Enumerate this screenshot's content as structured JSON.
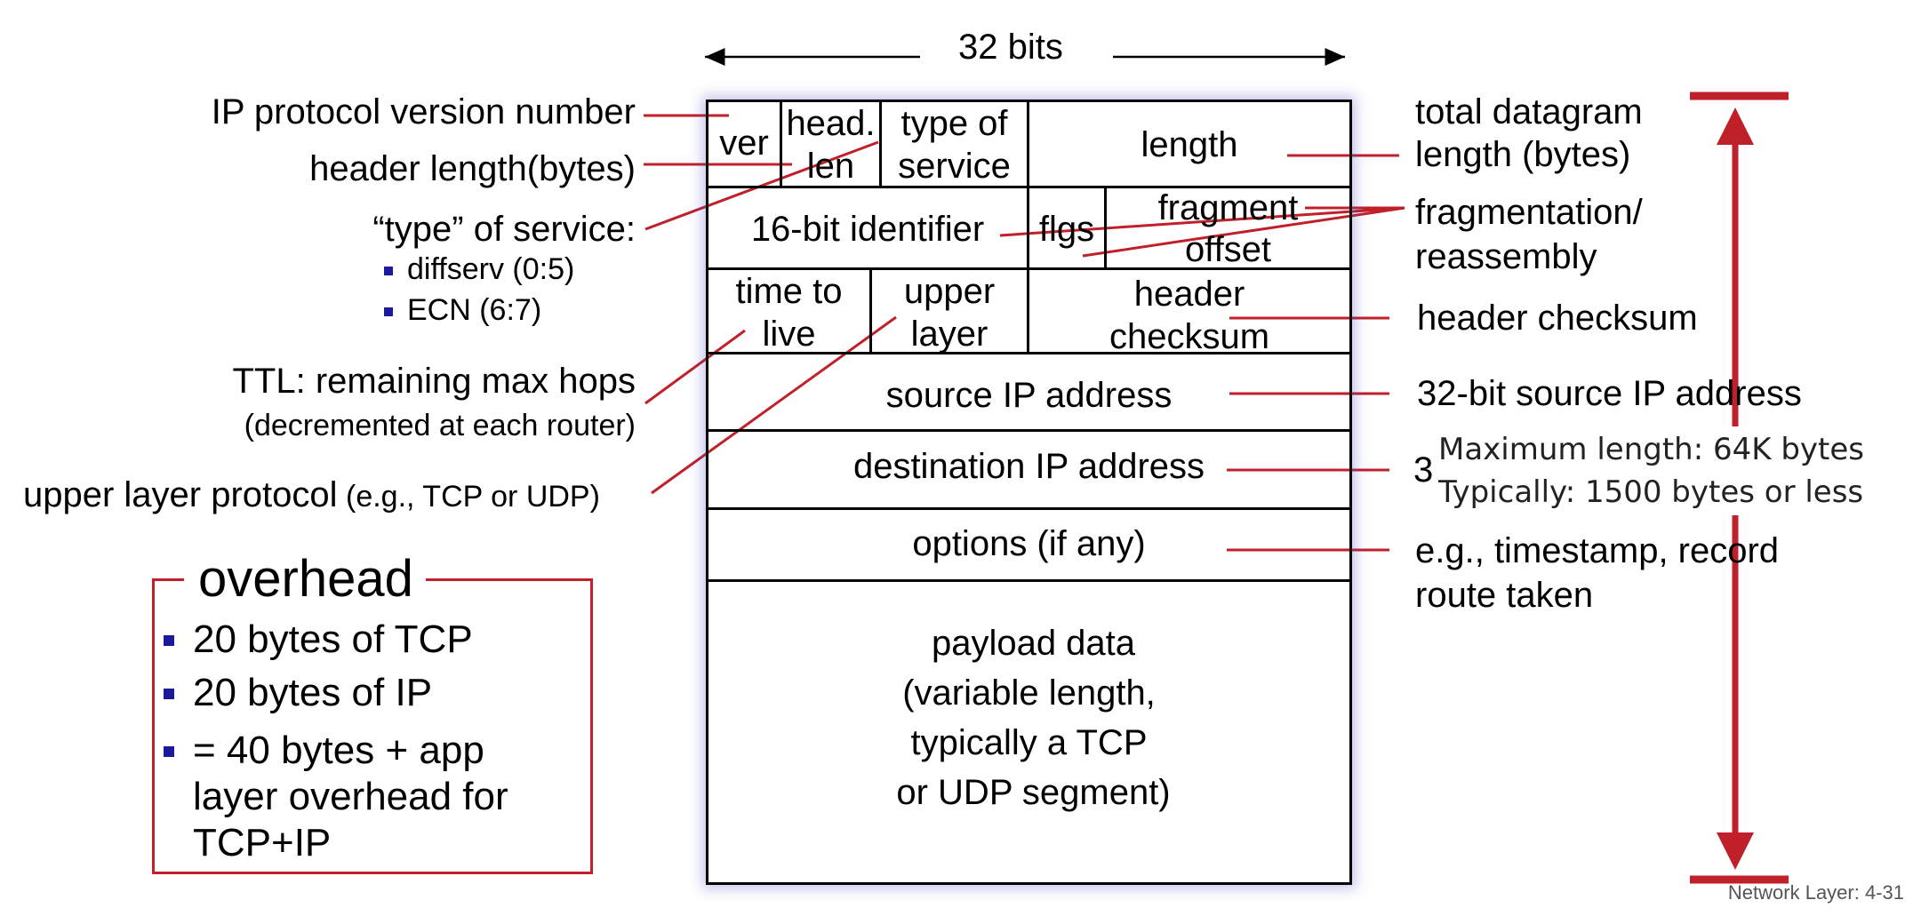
{
  "width_label": "32 bits",
  "fields": {
    "ver": "ver",
    "head_len_1": "head.",
    "head_len_2": "len",
    "tos_1": "type of",
    "tos_2": "service",
    "length": "length",
    "identifier": "16-bit identifier",
    "flags": "flgs",
    "frag_1": "fragment",
    "frag_2": "offset",
    "ttl_1": "time to",
    "ttl_2": "live",
    "upper_1": "upper",
    "upper_2": "layer",
    "checksum_1": "header",
    "checksum_2": "checksum",
    "source": "source IP address",
    "destination": "destination IP address",
    "options": "options (if any)",
    "payload_1": "payload data",
    "payload_2": "(variable length,",
    "payload_3": "typically a TCP",
    "payload_4": "or UDP segment)"
  },
  "left_labels": {
    "version": "IP protocol version number",
    "header_length": "header length(bytes)",
    "tos": "“type” of service:",
    "tos_b1": "diffserv (0:5)",
    "tos_b2": "ECN (6:7)",
    "ttl_1": "TTL: remaining  max hops",
    "ttl_2": "(decremented at each router)",
    "upper_main": "upper layer protocol",
    "upper_paren": " (e.g., TCP or UDP)"
  },
  "right_labels": {
    "total_1": "total datagram",
    "total_2": "length (bytes)",
    "frag_1": "fragmentation/",
    "frag_2": "reassembly",
    "checksum": "header checksum",
    "source": "32-bit source IP address",
    "destination_partial": "3",
    "options_1": "e.g., timestamp, record",
    "options_2": "route taken"
  },
  "note": {
    "line1": "Maximum length: 64K bytes",
    "line2": "Typically: 1500 bytes or less"
  },
  "overhead": {
    "title": "overhead",
    "items": [
      "20 bytes of TCP",
      "20 bytes of IP",
      "= 40 bytes + app",
      "layer overhead for",
      "TCP+IP"
    ]
  },
  "footer": "Network Layer: 4-31",
  "colors": {
    "callout": "#c0202a",
    "bullet": "#1a1a9a"
  }
}
